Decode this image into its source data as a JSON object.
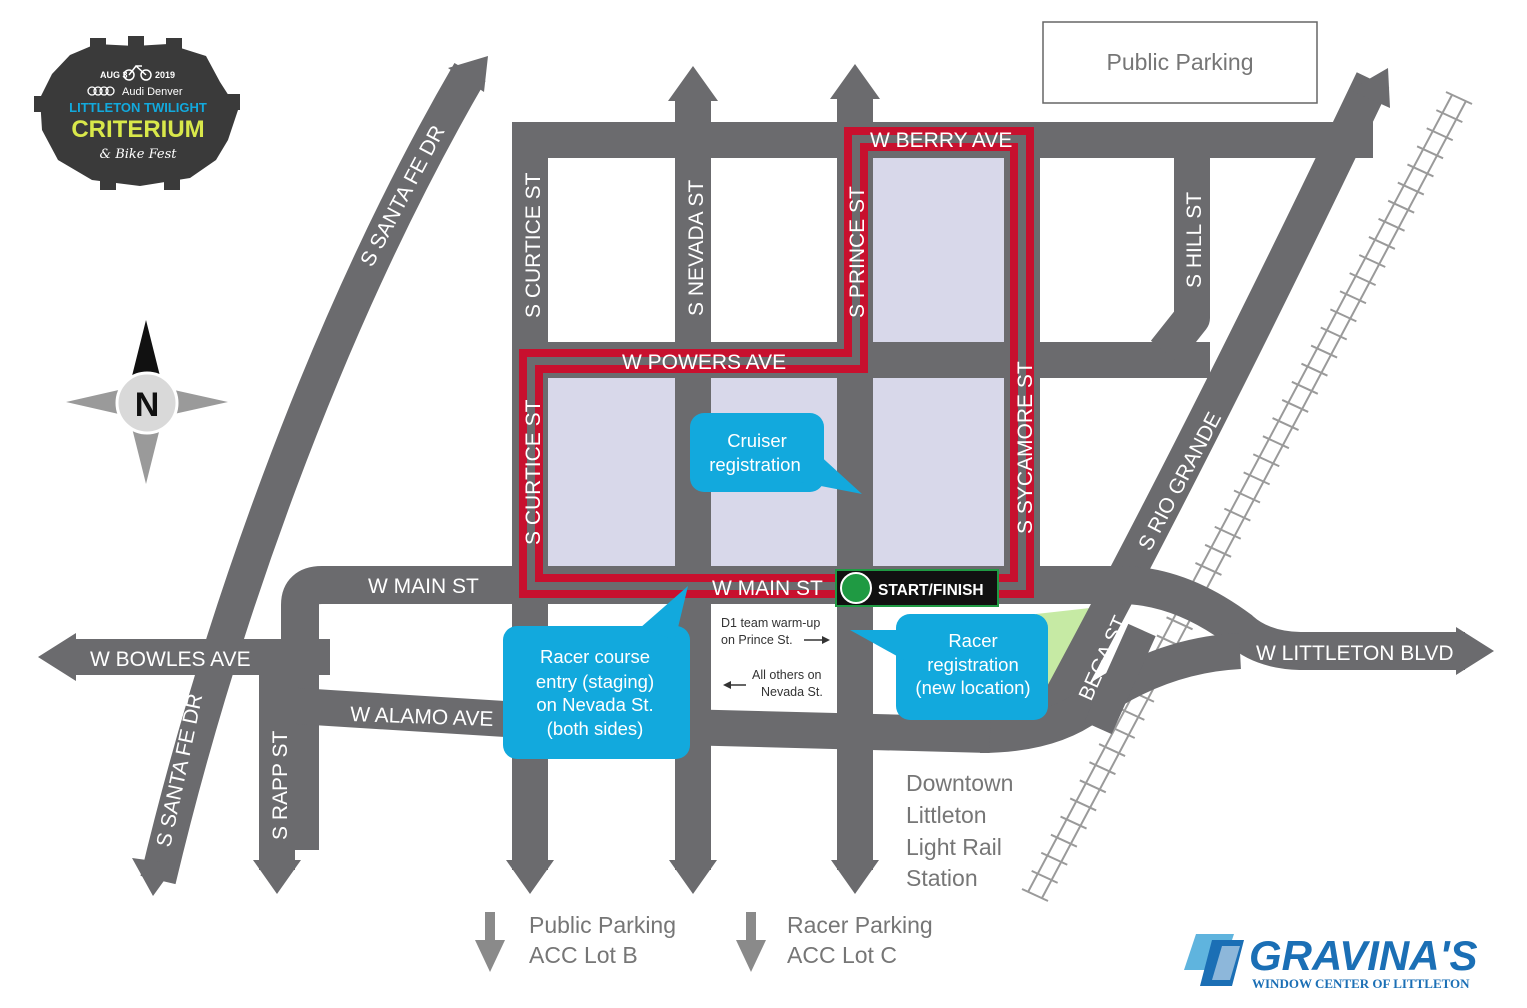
{
  "colors": {
    "road": "#6b6b6e",
    "block": "#d8d8ea",
    "course": "#c8102e",
    "callout": "#12a9dd",
    "grass": "#c6eaa4",
    "startfinish": "#1f9a43"
  },
  "streets": {
    "santa_fe_north": "S SANTA FE DR",
    "santa_fe_south": "S SANTA FE DR",
    "curtice_north": "S CURTICE ST",
    "curtice_course": "S CURTICE ST",
    "nevada": "S NEVADA ST",
    "prince": "S PRINCE ST",
    "sycamore": "S SYCAMORE ST",
    "hill": "S HILL ST",
    "rio_grande": "S RIO GRANDE",
    "bega": "BEGA ST",
    "rapp": "S RAPP ST",
    "berry": "W BERRY AVE",
    "powers": "W POWERS AVE",
    "main_west": "W MAIN ST",
    "main_course": "W MAIN ST",
    "bowles": "W BOWLES AVE",
    "alamo": "W ALAMO AVE",
    "littleton_blvd": "W LITTLETON BLVD"
  },
  "public_parking_box": "Public Parking",
  "start_finish": "START/FINISH",
  "compass_letter": "N",
  "callouts": {
    "cruiser": [
      "Cruiser",
      "registration"
    ],
    "racer_course": [
      "Racer course",
      "entry (staging)",
      "on Nevada St.",
      "(both sides)"
    ],
    "racer_registration": [
      "Racer",
      "registration",
      "(new location)"
    ]
  },
  "notes": {
    "d1": [
      "D1 team warm-up",
      "on Prince St."
    ],
    "others": [
      "All others on",
      "Nevada St."
    ]
  },
  "light_rail": [
    "Downtown",
    "Littleton",
    "Light Rail",
    "Station"
  ],
  "parking_bottom": [
    {
      "line1": "Public Parking",
      "line2": "ACC Lot B"
    },
    {
      "line1": "Racer Parking",
      "line2": "ACC Lot C"
    }
  ],
  "event_logo": {
    "date": "AUG 3",
    "year": "2019",
    "sponsor": "Audi Denver",
    "line1": "LITTLETON TWILIGHT",
    "line2": "CRITERIUM",
    "line3": "& Bike Fest"
  },
  "sponsor_logo": {
    "name": "GRAVINA'S",
    "tagline": "WINDOW CENTER OF LITTLETON"
  }
}
